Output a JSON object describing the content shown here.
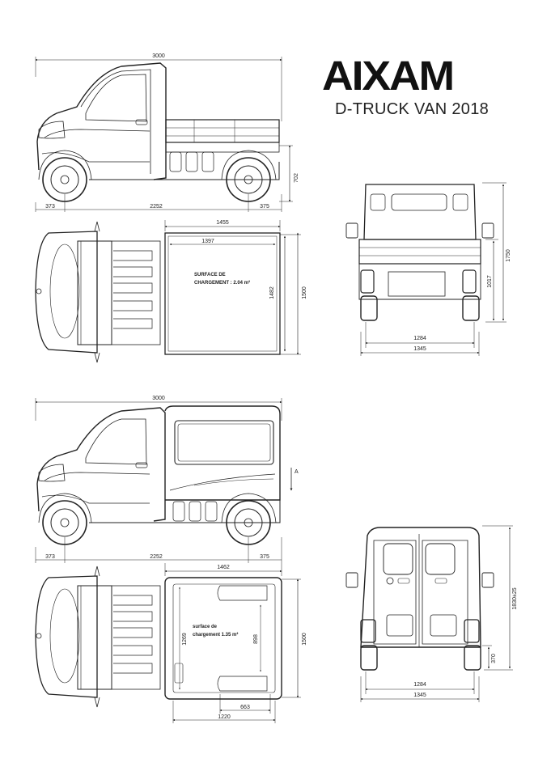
{
  "brand": {
    "logo": "AIXAM",
    "model": "D-TRUCK VAN 2018"
  },
  "pickup_side": {
    "length": "3000",
    "front_overhang": "373",
    "wheelbase": "2252",
    "rear_overhang": "375",
    "bed_height": "702"
  },
  "pickup_top": {
    "bed_length": "1455",
    "bed_inner_length": "1397",
    "bed_width": "1482",
    "overall_width": "1500",
    "surface_label_1": "SURFACE DE",
    "surface_label_2": "CHARGEMENT : 2.04 m²"
  },
  "pickup_rear": {
    "height": "1750",
    "bed_floor_height": "1017",
    "track": "1284",
    "width": "1345"
  },
  "van_side": {
    "length": "3000",
    "front_overhang": "373",
    "wheelbase": "2252",
    "rear_overhang": "375",
    "section_marker": "A"
  },
  "van_top": {
    "box_length": "1462",
    "inner_width": "1269",
    "floor_width": "898",
    "overall_width": "1500",
    "floor_length": "663",
    "box_inner_length": "1220",
    "surface_label_1": "surface de",
    "surface_label_2": "chargement 1.35 m²"
  },
  "van_rear": {
    "height": "1830±25",
    "floor_height": "370",
    "track": "1284",
    "width": "1345"
  }
}
